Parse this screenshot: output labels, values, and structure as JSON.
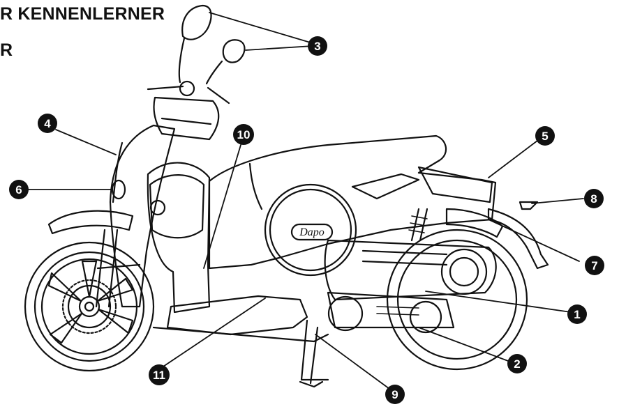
{
  "heading": {
    "line1": "R KENNENLERNER",
    "line2": "R"
  },
  "logo_text": "Dapo",
  "callouts": [
    {
      "id": "1",
      "label": "1"
    },
    {
      "id": "2",
      "label": "2"
    },
    {
      "id": "3",
      "label": "3"
    },
    {
      "id": "4",
      "label": "4"
    },
    {
      "id": "5",
      "label": "5"
    },
    {
      "id": "6",
      "label": "6"
    },
    {
      "id": "7",
      "label": "7"
    },
    {
      "id": "8",
      "label": "8"
    },
    {
      "id": "9",
      "label": "9"
    },
    {
      "id": "10",
      "label": "10"
    },
    {
      "id": "11",
      "label": "11"
    }
  ],
  "colors": {
    "ink": "#111111",
    "paper": "#ffffff"
  }
}
